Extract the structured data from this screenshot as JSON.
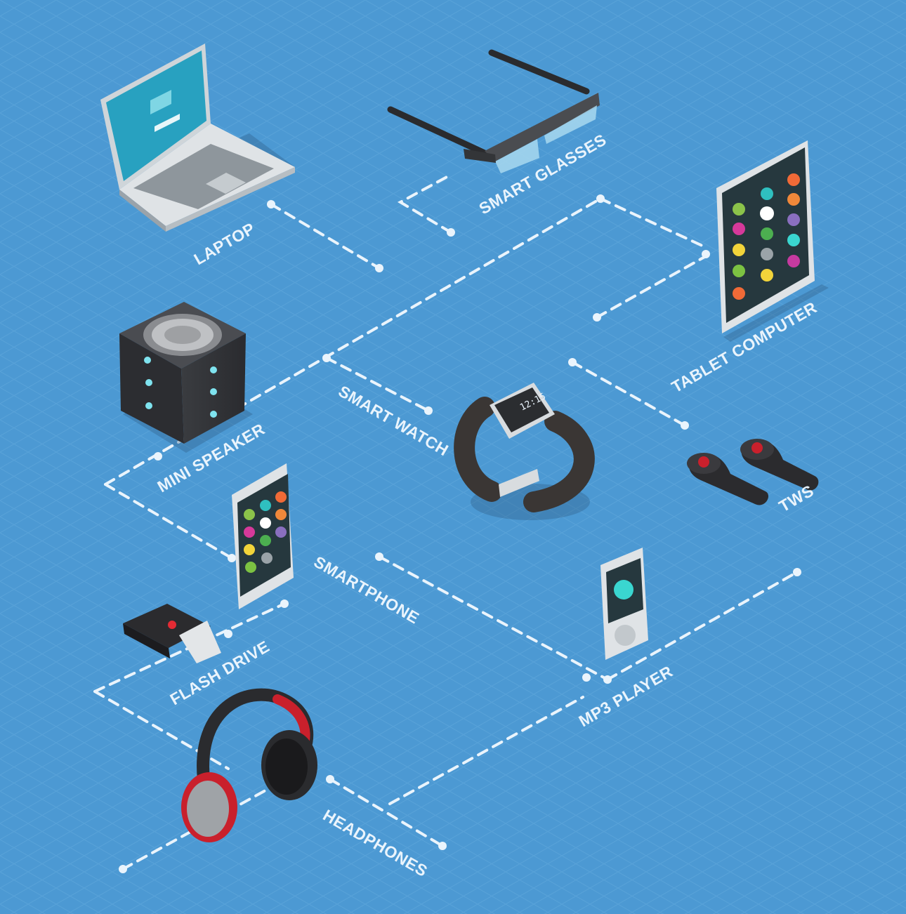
{
  "labels": {
    "laptop": "LAPTOP",
    "smart_glasses": "SMART GLASSES",
    "tablet_computer": "TABLET COMPUTER",
    "mini_speaker": "MINI SPEAKER",
    "smart_watch": "SMART WATCH",
    "tws": "TWS",
    "smartphone": "SMARTPHONE",
    "flash_drive": "FLASH DRIVE",
    "mp3_player": "MP3 PLAYER",
    "headphones": "HEADPHONES"
  },
  "watch_time": "12:15",
  "colors": {
    "background": "#4c99d3",
    "grid": "#5aa3d9",
    "line": "#eaf4fc",
    "screen_teal": "#2aa4c4",
    "app_dark": "#26383e",
    "accent_red": "#c9202c"
  }
}
